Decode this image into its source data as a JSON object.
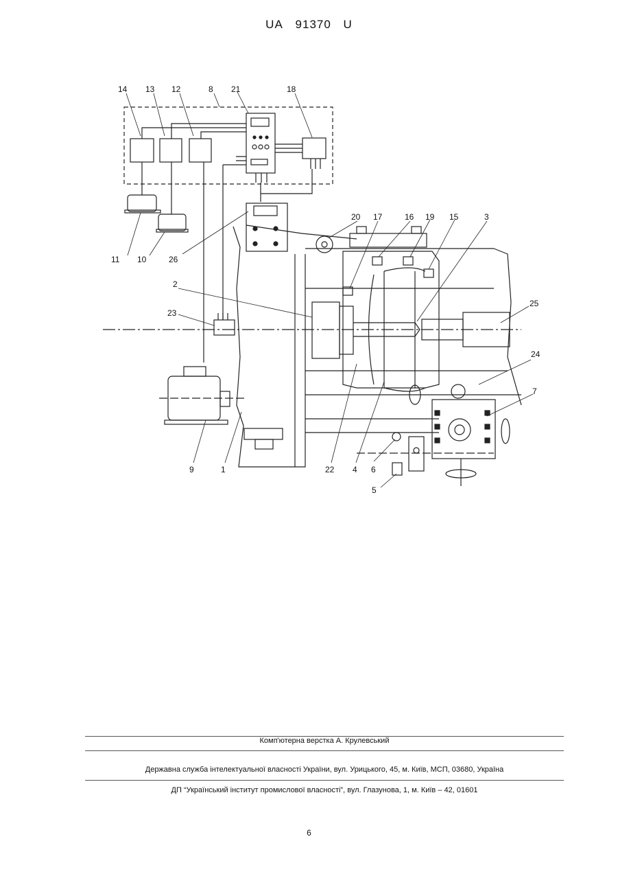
{
  "header": {
    "country": "UA",
    "number": "91370",
    "kind": "U"
  },
  "figure": {
    "labels": [
      "14",
      "13",
      "12",
      "8",
      "21",
      "18",
      "20",
      "17",
      "16",
      "19",
      "15",
      "3",
      "11",
      "10",
      "26",
      "2",
      "23",
      "25",
      "24",
      "7",
      "9",
      "1",
      "22",
      "4",
      "6",
      "5"
    ]
  },
  "footer": {
    "typesetting": "Комп'ютерна верстка А. Крулевський",
    "agency": "Державна служба інтелектуальної власності України, вул. Урицького, 45, м. Київ, МСП, 03680, Україна",
    "institute": "ДП “Український інститут промислової власності”, вул. Глазунова, 1, м. Київ – 42, 01601"
  },
  "page_number": "6"
}
